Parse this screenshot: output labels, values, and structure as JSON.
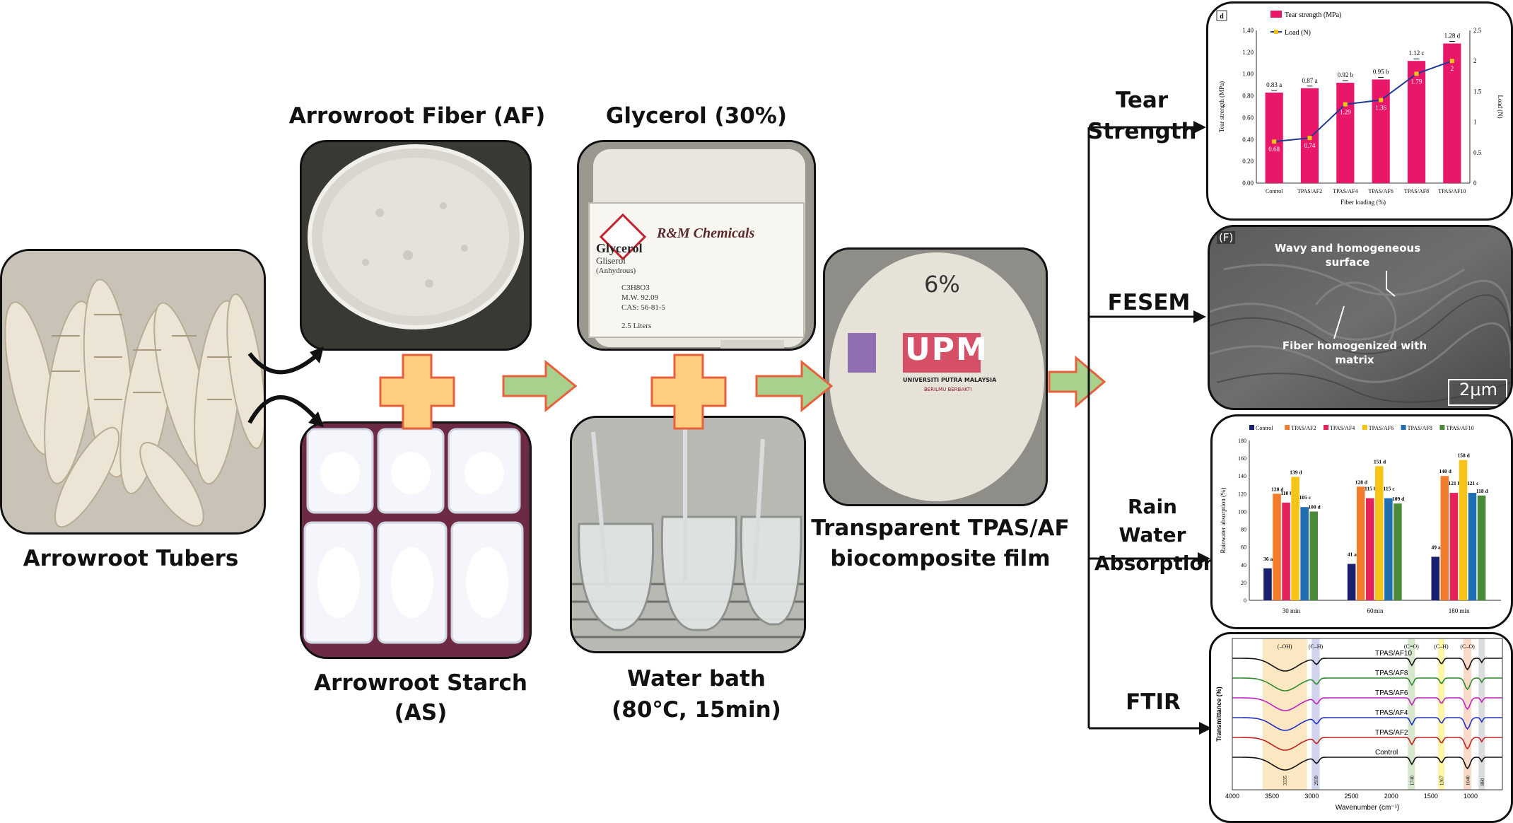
{
  "steps": {
    "tubers": "Arrowroot Tubers",
    "fiber": "Arrowroot Fiber (AF)",
    "starch_line1": "Arrowroot Starch",
    "starch_line2": "(AS)",
    "glycerol": "Glycerol (30%)",
    "waterbath_line1": "Water bath",
    "waterbath_line2": "(80℃, 15min)",
    "film_line1": "Transparent TPAS/AF",
    "film_line2": "biocomposite film"
  },
  "photo_text": {
    "bottle_brand": "R&M Chemicals",
    "bottle_name": "Glycerol",
    "bottle_alt": "Gliserol",
    "bottle_sub": "(Anhydrous)",
    "bottle_formula": "C3H8O3",
    "bottle_mw": "M.W. 92.09",
    "bottle_cas": "CAS: 56-81-5",
    "bottle_volume": "2.5 Liters",
    "film_mark": "6%",
    "film_logo": "UPM",
    "film_univ": "UNIVERSITI PUTRA MALAYSIA",
    "film_motto": "BERILMU BERBAKTI"
  },
  "results": {
    "tear_line1": "Tear",
    "tear_line2": "Strength",
    "fesem": "FESEM",
    "rain_line1": "Rain Water",
    "rain_line2": "Absorption",
    "ftir": "FTIR"
  },
  "fesem": {
    "panel_label": "(F)",
    "note1_line1": "Wavy and homogeneous",
    "note1_line2": "surface",
    "note2_line1": "Fiber homogenized with",
    "note2_line2": "matrix",
    "scale": "2μm"
  },
  "colors": {
    "cross_fill": "#fbcf7f",
    "cross_stroke": "#e8603c",
    "arrow_fill": "#a9d18e",
    "arrow_stroke": "#e8603c",
    "tear_bar": "#e9176a",
    "tear_line": "#1f3a93"
  },
  "chart_data": [
    {
      "type": "bar",
      "panel_label": "d",
      "categories": [
        "Control",
        "TPAS/AF2",
        "TPAS/AF4",
        "TPAS/AF6",
        "TPAS/AF8",
        "TPAS/AF10"
      ],
      "series": [
        {
          "name": "Tear strength (MPa)",
          "values": [
            0.83,
            0.87,
            0.92,
            0.95,
            1.12,
            1.28
          ],
          "labels": [
            "0.83 a",
            "0.87 a",
            "0.92 b",
            "0.95 b",
            "1.12 c",
            "1.28 d"
          ]
        },
        {
          "name": "Load (N)",
          "type": "line",
          "axis": "right",
          "values": [
            0.68,
            0.74,
            1.29,
            1.36,
            1.79,
            2
          ],
          "labels": [
            "0.68",
            "0.74",
            "1.29",
            "1.36",
            "1.79",
            "2"
          ]
        }
      ],
      "xlabel": "Fiber loading (%)",
      "ylabel": "Tear strength (MPa)",
      "y2label": "Load (N)",
      "ylim": [
        0,
        1.4
      ],
      "yticks": [
        "0.00",
        "0.20",
        "0.40",
        "0.60",
        "0.80",
        "1.00",
        "1.20",
        "1.40"
      ],
      "y2lim": [
        0,
        2.5
      ],
      "y2ticks": [
        "0",
        "0.5",
        "1",
        "1.5",
        "2",
        "2.5"
      ],
      "legend": "top-left",
      "grid": false
    },
    {
      "type": "bar",
      "categories": [
        "30 min",
        "60min",
        "180 min"
      ],
      "series": [
        {
          "name": "Control",
          "color": "#1a1f6e",
          "values": [
            36,
            41,
            49
          ],
          "labels": [
            "36 a",
            "41 a",
            "49 a"
          ]
        },
        {
          "name": "TPAS/AF2",
          "color": "#f07c2c",
          "values": [
            120,
            128,
            140
          ],
          "labels": [
            "120 d",
            "128 d",
            "140 d"
          ]
        },
        {
          "name": "TPAS/AF4",
          "color": "#e5225a",
          "values": [
            110,
            115,
            121
          ],
          "labels": [
            "110 b",
            "115 b",
            "121 b"
          ]
        },
        {
          "name": "TPAS/AF6",
          "color": "#f6c416",
          "values": [
            139,
            151,
            158
          ],
          "labels": [
            "139 d",
            "151 d",
            "158 d"
          ]
        },
        {
          "name": "TPAS/AF8",
          "color": "#1f6fb2",
          "values": [
            105,
            115,
            121
          ],
          "labels": [
            "105 c",
            "115 c",
            "121 c"
          ]
        },
        {
          "name": "TPAS/AF10",
          "color": "#4b8a3a",
          "values": [
            100,
            109,
            118
          ],
          "labels": [
            "100 d",
            "109 d",
            "118 d"
          ]
        }
      ],
      "ylabel": "Rainwater absorption (%)",
      "ylim": [
        0,
        180
      ],
      "yticks": [
        "0",
        "20",
        "40",
        "60",
        "80",
        "100",
        "120",
        "140",
        "160",
        "180"
      ],
      "legend": "top",
      "grid": false
    },
    {
      "type": "line",
      "series": [
        {
          "name": "TPAS/AF10",
          "color": "#111111"
        },
        {
          "name": "TPAS/AF8",
          "color": "#2e8b2e"
        },
        {
          "name": "TPAS/AF6",
          "color": "#c020c0"
        },
        {
          "name": "TPAS/AF4",
          "color": "#2030c0"
        },
        {
          "name": "TPAS/AF2",
          "color": "#c02020"
        },
        {
          "name": "Control",
          "color": "#111111"
        }
      ],
      "xlabel": "Wavenumber (cm⁻¹)",
      "ylabel": "Transmittance (%)",
      "xlim": [
        4000,
        600
      ],
      "xticks": [
        "4000",
        "3500",
        "3000",
        "2500",
        "2000",
        "1500",
        "1000"
      ],
      "bands": [
        {
          "label": "(–OH)",
          "peak": "3335",
          "from": 3620,
          "to": 3060,
          "color": "#fbe3b8"
        },
        {
          "label": "(C–H)",
          "peak": "2939",
          "from": 3000,
          "to": 2900,
          "color": "#c9cce8"
        },
        {
          "label": "(C=O)",
          "peak": "1740",
          "from": 1790,
          "to": 1700,
          "color": "#cfe3c4"
        },
        {
          "label": "(C–H)",
          "peak": "1367",
          "from": 1410,
          "to": 1330,
          "color": "#fff59a"
        },
        {
          "label": "(C–O)",
          "peak": "1040",
          "from": 1090,
          "to": 990,
          "color": "#f8d3c0"
        },
        {
          "label": "",
          "peak": "860",
          "from": 900,
          "to": 820,
          "color": "#d6d6d6"
        }
      ]
    }
  ]
}
